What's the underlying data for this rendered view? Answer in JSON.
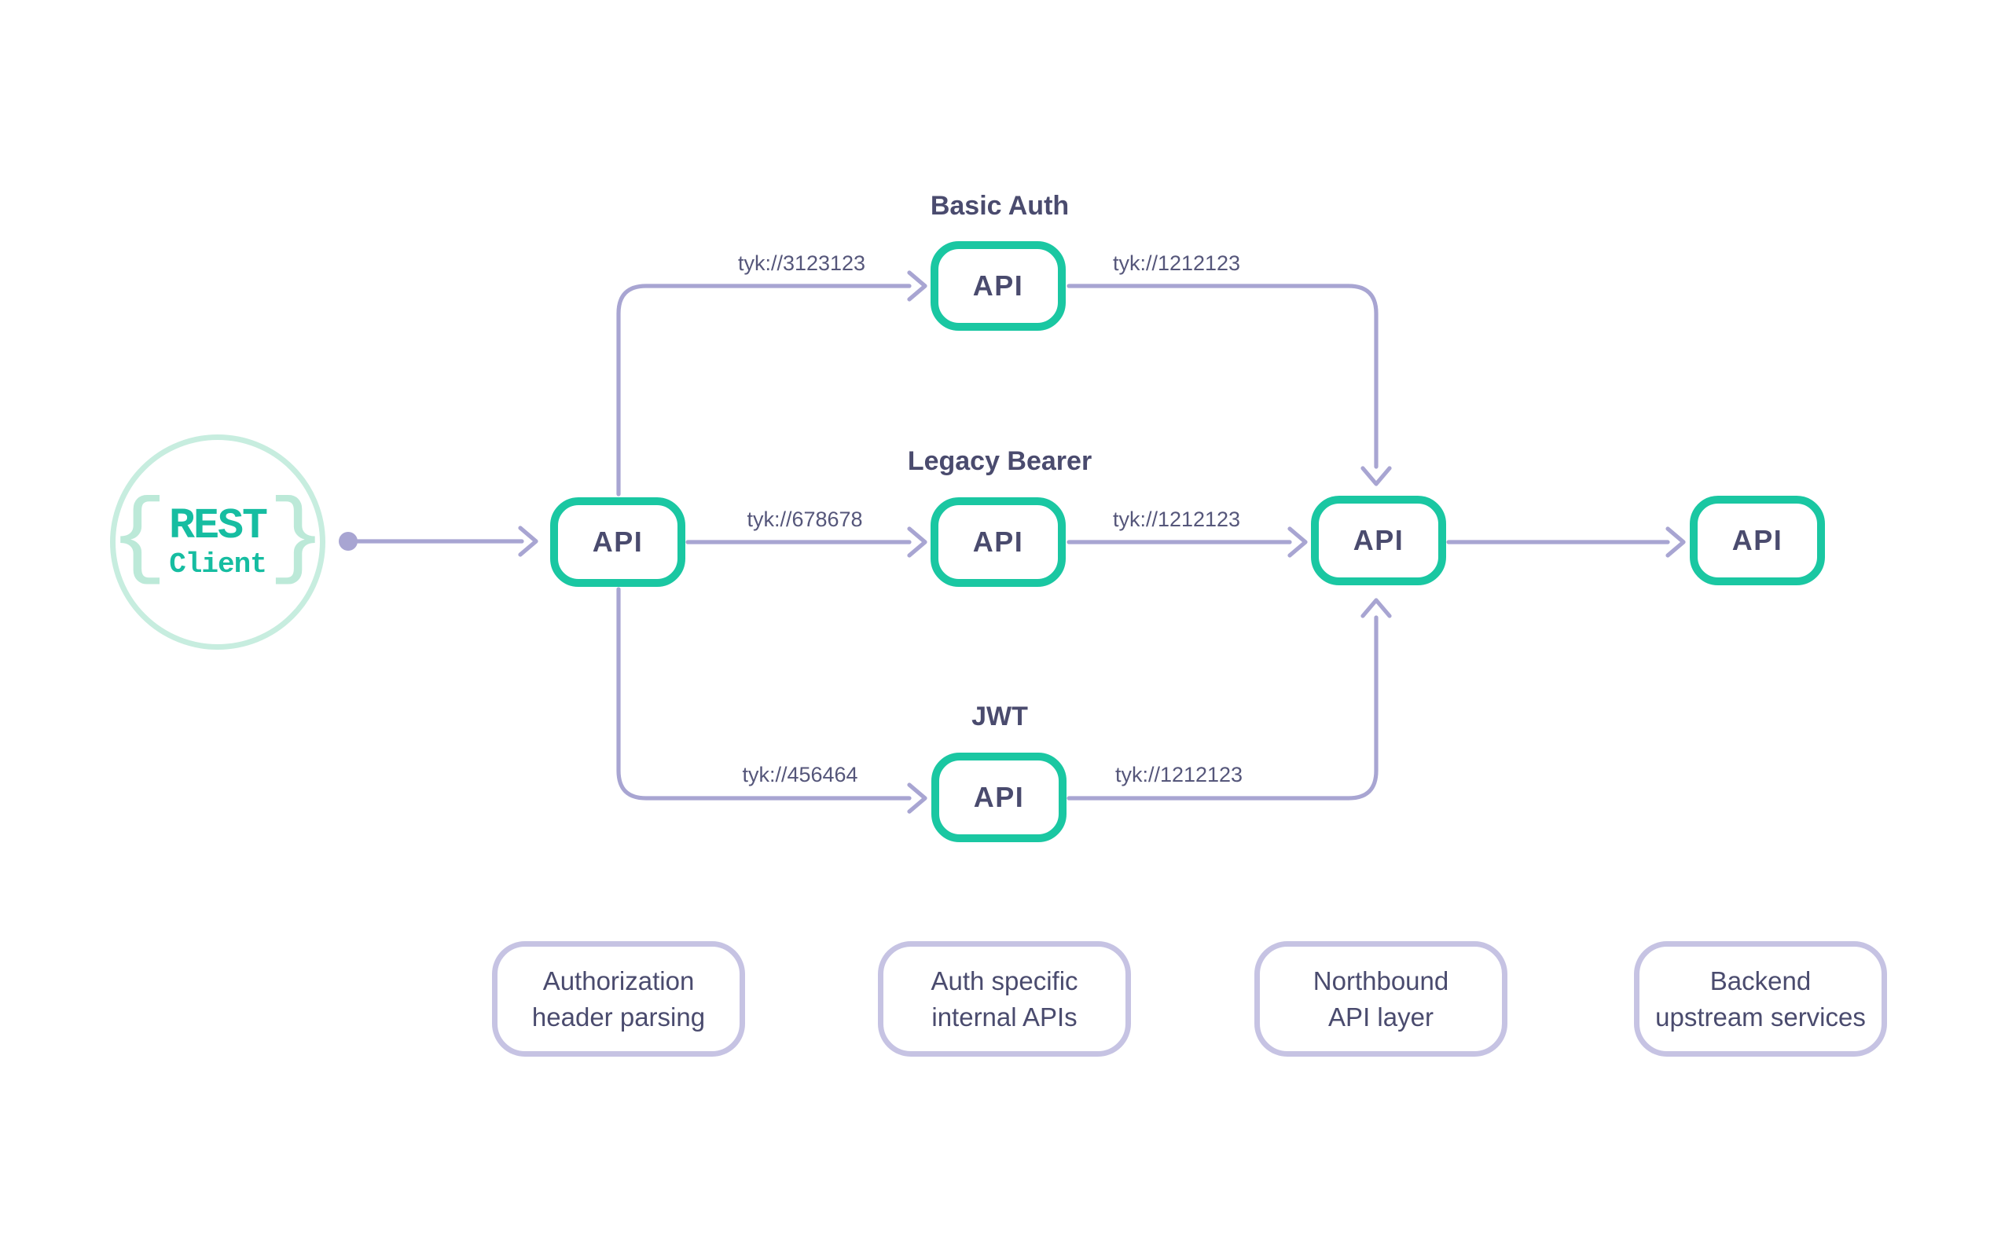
{
  "palette": {
    "teal": "#1AC7A2",
    "mint": "#C7EDDF",
    "mint_text": "#BCE9D8",
    "teal_text": "#16BDA1",
    "line": "#A8A5D2",
    "ink": "#4A4B6E",
    "label_ink": "#55567A",
    "footer_border": "#C6C3E3",
    "bg": "#FFFFFF"
  },
  "client": {
    "brace_left": "{",
    "brace_right": "}",
    "title": "REST",
    "subtitle": "Client"
  },
  "groups": {
    "basic": "Basic Auth",
    "legacy": "Legacy Bearer",
    "jwt": "JWT"
  },
  "nodes": {
    "gateway": "API",
    "basic": "API",
    "legacy": "API",
    "jwt": "API",
    "northbound": "API",
    "backend": "API"
  },
  "edges": {
    "to_basic": "tyk://3123123",
    "to_legacy": "tyk://678678",
    "to_jwt": "tyk://456464",
    "basic_out": "tyk://1212123",
    "legacy_out": "tyk://1212123",
    "jwt_out": "tyk://1212123"
  },
  "footers": [
    {
      "line1": "Authorization",
      "line2": "header parsing"
    },
    {
      "line1": "Auth specific",
      "line2": "internal APIs"
    },
    {
      "line1": "Northbound",
      "line2": "API layer"
    },
    {
      "line1": "Backend",
      "line2": "upstream services"
    }
  ]
}
